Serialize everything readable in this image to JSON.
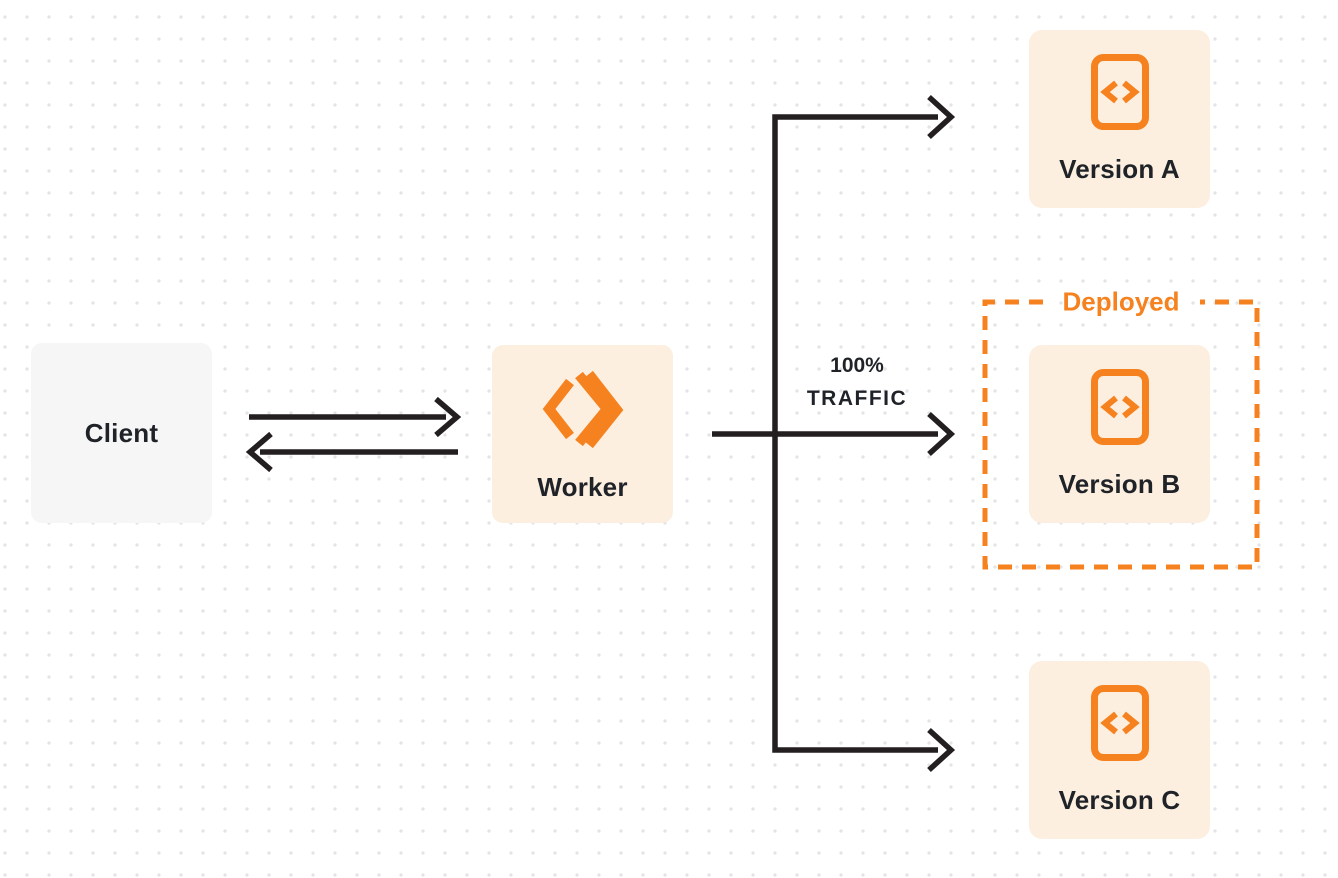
{
  "canvas": {
    "background": "#ffffff",
    "dot_grid_color": "#e4e4e6"
  },
  "colors": {
    "accent_orange": "#F6821F",
    "node_fill_cream": "#FCEFE0",
    "node_fill_gray": "#F6F6F7",
    "arrow_stroke": "#231F20",
    "label_text": "#1F2328"
  },
  "nodes": {
    "client": {
      "label": "Client"
    },
    "worker": {
      "label": "Worker",
      "icon": "cloudflare-workers-logo-icon"
    },
    "version_a": {
      "label": "Version A",
      "icon": "code-file-icon"
    },
    "version_b": {
      "label": "Version B",
      "icon": "code-file-icon"
    },
    "version_c": {
      "label": "Version C",
      "icon": "code-file-icon"
    }
  },
  "annotations": {
    "deployed": "Deployed",
    "traffic_percent": "100%",
    "traffic_word": "TRAFFIC"
  },
  "edges": [
    {
      "from": "Client",
      "to": "Worker",
      "type": "bidirectional"
    },
    {
      "from": "Worker",
      "to": "Version A",
      "type": "arrow"
    },
    {
      "from": "Worker",
      "to": "Version B",
      "type": "arrow",
      "label": "100% TRAFFIC"
    },
    {
      "from": "Worker",
      "to": "Version C",
      "type": "arrow"
    }
  ]
}
